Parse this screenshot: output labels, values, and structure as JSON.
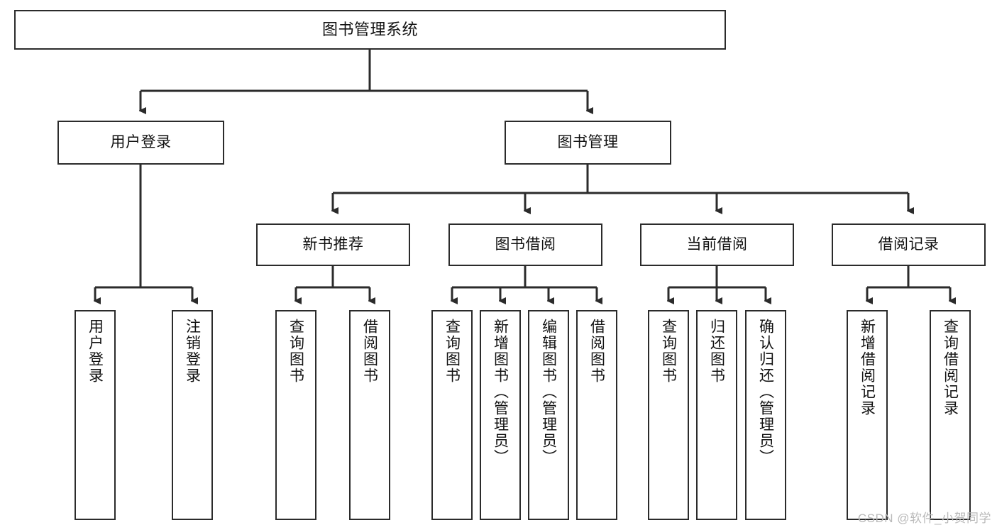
{
  "diagram": {
    "title": "图书管理系统",
    "type": "tree-hierarchy",
    "watermark": "CSDN @软件_小贺同学",
    "colors": {
      "box_border": "#2b2b2b",
      "box_fill": "#ffffff",
      "connector": "#2b2b2b",
      "text": "#111111",
      "watermark": "#b9b9b9"
    }
  },
  "nodes": {
    "root": {
      "label": "图书管理系统"
    },
    "level1": [
      {
        "label": "用户登录"
      },
      {
        "label": "图书管理"
      }
    ],
    "level2": [
      {
        "label": "新书推荐"
      },
      {
        "label": "图书借阅"
      },
      {
        "label": "当前借阅"
      },
      {
        "label": "借阅记录"
      }
    ],
    "leaves": {
      "user_login": [
        {
          "label": "用户登录"
        },
        {
          "label": "注销登录"
        }
      ],
      "new_book_recommend": [
        {
          "label": "查询图书"
        },
        {
          "label": "借阅图书"
        }
      ],
      "book_borrow": [
        {
          "label": "查询图书"
        },
        {
          "label": "新增图书（管理员）"
        },
        {
          "label": "编辑图书（管理员）"
        },
        {
          "label": "借阅图书"
        }
      ],
      "current_borrow": [
        {
          "label": "查询图书"
        },
        {
          "label": "归还图书"
        },
        {
          "label": "确认归还（管理员）"
        }
      ],
      "borrow_record": [
        {
          "label": "新增借阅记录"
        },
        {
          "label": "查询借阅记录"
        }
      ]
    }
  }
}
